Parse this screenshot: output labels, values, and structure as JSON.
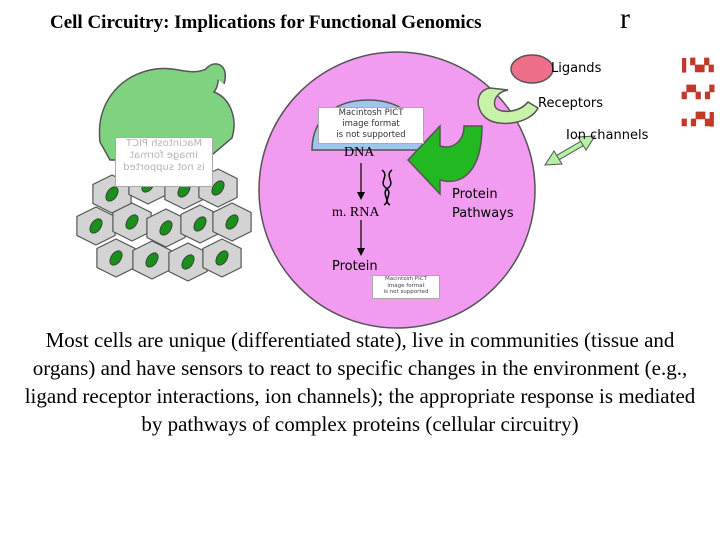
{
  "title": "Cell Circuitry: Implications for Functional Genomics",
  "title_extra": "r",
  "labels": {
    "ligands": "Ligands",
    "receptors": "Receptors",
    "ion_channels": "Ion channels",
    "dna": "DNA",
    "mrna": "m. RNA",
    "protein": "Protein",
    "protein_pathways_line1": "Protein",
    "protein_pathways_line2": "Pathways"
  },
  "pict_placeholder": {
    "line1": "Macintosh PICT",
    "line2": "image format",
    "line3": "is not supported"
  },
  "caption": "Most cells are unique (differentiated state), live in communities (tissue and organs) and have sensors to react to specific changes in the environment (e.g., ligand receptor interactions, ion channels); the appropriate response is mediated by pathways of complex proteins (cellular circuitry)",
  "colors": {
    "cell": "#f19cf0",
    "nucleus": "#9fc6ee",
    "ligand": "#ee6f8a",
    "receptor": "#c8f2a8",
    "pathway_arrow": "#22b822",
    "ion_channel": "#b5f0a5",
    "tissue_cell": "#d3d3d3",
    "tissue_nucleus": "#1b8f1b",
    "organ": "#7fd27f"
  },
  "icons": [
    "dna-helix-icon",
    "ligand-icon",
    "receptor-icon",
    "ion-channel-icon",
    "pathway-arrow-icon"
  ]
}
